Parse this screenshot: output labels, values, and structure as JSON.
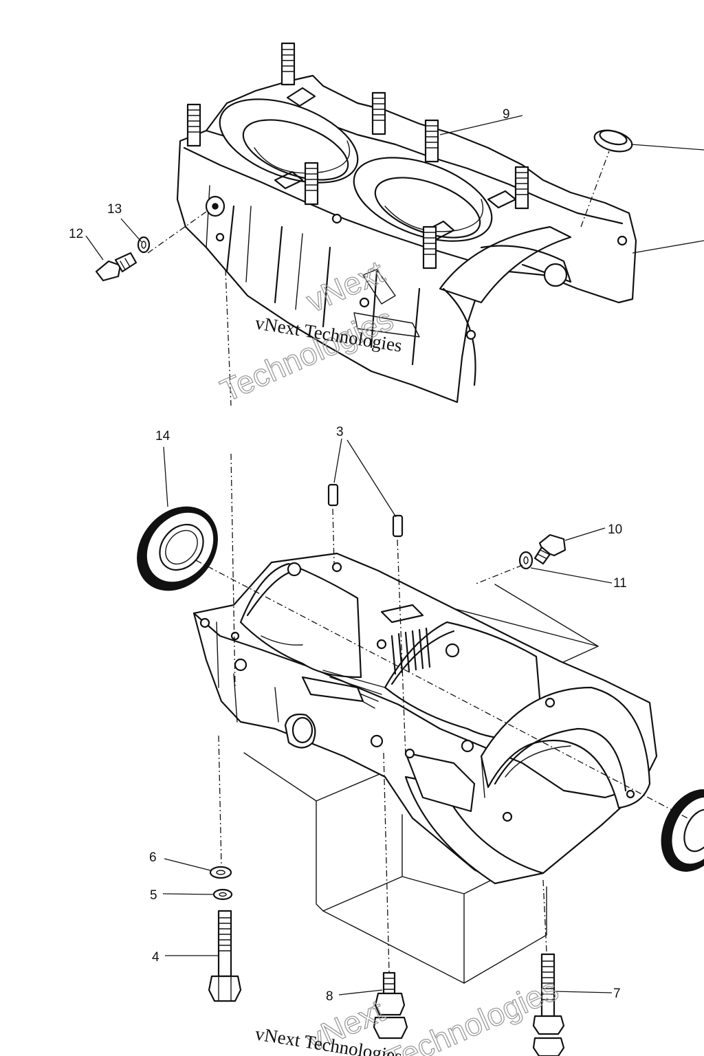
{
  "callouts": {
    "c3": "3",
    "c4": "4",
    "c5": "5",
    "c6": "6",
    "c7": "7",
    "c8": "8",
    "c9": "9",
    "c10": "10",
    "c11": "11",
    "c12": "12",
    "c13": "13",
    "c14": "14"
  },
  "watermarks": {
    "serif_top": "vNext Technologies",
    "outline_top_1": "vNext",
    "outline_top_2": "Technologies",
    "serif_bottom": "vNext Technologies",
    "outline_bottom_1": "vNext",
    "outline_bottom_2": "Technologies"
  }
}
